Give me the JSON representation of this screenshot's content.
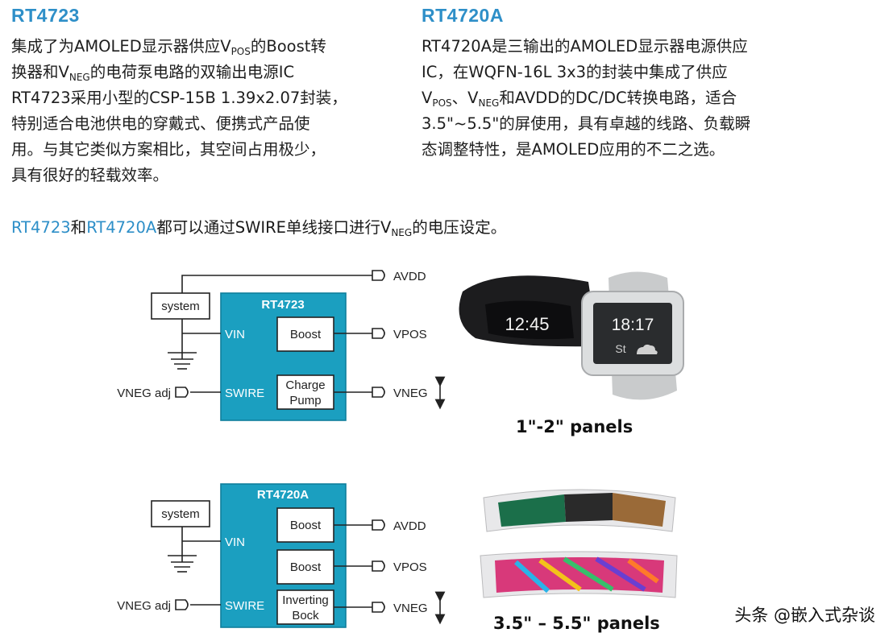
{
  "rt4723": {
    "title": "RT4723",
    "lines": [
      {
        "a": "集成了为AMOLED显示器供应V",
        "sub": "POS",
        "b": "的Boost转"
      },
      {
        "a": "换器和V",
        "sub": "NEG",
        "b": "的电荷泵电路的双输出电源IC"
      },
      {
        "a": "RT4723采用小型的CSP-15B 1.39x2.07封装，"
      },
      {
        "a": "特别适合电池供电的穿戴式、便携式产品使"
      },
      {
        "a": "用。与其它类似方案相比，其空间占用极少，"
      },
      {
        "a": "具有很好的轻载效率。"
      }
    ]
  },
  "rt4720a": {
    "title": "RT4720A",
    "lines": [
      {
        "a": "RT4720A是三输出的AMOLED显示器电源供应"
      },
      {
        "a": "IC，在WQFN-16L 3x3的封装中集成了供应"
      },
      {
        "a": "V",
        "sub": "POS",
        "b": "、V",
        "sub2": "NEG",
        "c": "和AVDD的DC/DC转换电路，适合"
      },
      {
        "a": "3.5\"~5.5\"的屏使用，具有卓越的线路、负载瞬"
      },
      {
        "a": "态调整特性，是AMOLED应用的不二之选。"
      }
    ]
  },
  "swire_line": {
    "part1": "RT4723",
    "and": "和",
    "part2": "RT4720A",
    "text": "都可以通过SWIRE单线接口进行V",
    "sub": "NEG",
    "tail": "的电压设定。"
  },
  "diagram1": {
    "chip": "RT4723",
    "system": "system",
    "vin": "VIN",
    "swire": "SWIRE",
    "boost": "Boost",
    "charge1": "Charge",
    "charge2": "Pump",
    "avdd": "AVDD",
    "vpos": "VPOS",
    "vneg": "VNEG",
    "vneg_adj": "VNEG adj"
  },
  "diagram2": {
    "chip": "RT4720A",
    "system": "system",
    "vin": "VIN",
    "swire": "SWIRE",
    "boost1": "Boost",
    "boost2": "Boost",
    "inv1": "Inverting",
    "inv2": "Bock",
    "avdd": "AVDD",
    "vpos": "VPOS",
    "vneg": "VNEG",
    "vneg_adj": "VNEG adj"
  },
  "watch": {
    "band_time": "12:45",
    "face_time": "18:17",
    "face_date": "St"
  },
  "panels_small": "1\"-2\" panels",
  "panels_large": "3.5\" – 5.5\" panels",
  "watermark": "头条 @嵌入式杂谈",
  "colors": {
    "accent": "#2e8fc8",
    "chip": "#1b9fc0",
    "chip_edge": "#0f7f9c"
  }
}
